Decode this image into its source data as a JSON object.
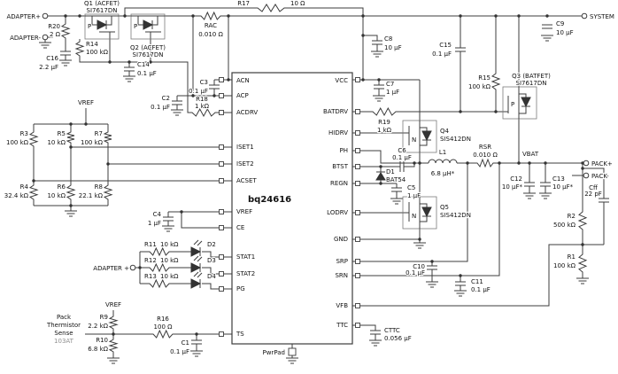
{
  "ic": {
    "name": "bq24616",
    "pwrpad_label": "PwrPad",
    "left_pins": [
      "ACN",
      "ACP",
      "ACDRV",
      "ISET1",
      "ISET2",
      "ACSET",
      "VREF",
      "CE",
      "STAT1",
      "STAT2",
      "PG",
      "TS"
    ],
    "right_pins": [
      "VCC",
      "BATDRV",
      "HIDRV",
      "PH",
      "BTST",
      "REGN",
      "LODRV",
      "GND",
      "SRP",
      "SRN",
      "VFB",
      "TTC"
    ]
  },
  "nets": {
    "adapter_plus": "ADAPTER+",
    "adapter_minus": "ADAPTER-",
    "system": "SYSTEM",
    "vref_top": "VREF",
    "adapter_led": "ADAPTER +",
    "vref_ts": "VREF",
    "vbat": "VBAT",
    "pack_plus": "PACK+",
    "pack_minus": "PACK-",
    "thermistor": {
      "line1": "Pack",
      "line2": "Thermistor",
      "line3": "Sense",
      "part": "103AT"
    }
  },
  "components": {
    "Q1": {
      "ref": "Q1 (ACFET)",
      "value": "SI7617DN",
      "channel": "P"
    },
    "Q2": {
      "ref": "Q2 (ACFET)",
      "value": "SI7617DN",
      "channel": "P"
    },
    "Q3": {
      "ref": "Q3 (BATFET)",
      "value": "SI7617DN",
      "channel": "P"
    },
    "Q4": {
      "ref": "Q4",
      "value": "SIS412DN",
      "channel": "N"
    },
    "Q5": {
      "ref": "Q5",
      "value": "SIS412DN",
      "channel": "N"
    },
    "R1": {
      "ref": "R1",
      "value": "100 kΩ"
    },
    "R2": {
      "ref": "R2",
      "value": "500 kΩ"
    },
    "R3": {
      "ref": "R3",
      "value": "100 kΩ"
    },
    "R4": {
      "ref": "R4",
      "value": "32.4 kΩ"
    },
    "R5": {
      "ref": "R5",
      "value": "10 kΩ"
    },
    "R6": {
      "ref": "R6",
      "value": "10 kΩ"
    },
    "R7": {
      "ref": "R7",
      "value": "100 kΩ"
    },
    "R8": {
      "ref": "R8",
      "value": "22.1 kΩ"
    },
    "R9": {
      "ref": "R9",
      "value": "2.2 kΩ"
    },
    "R10": {
      "ref": "R10",
      "value": "6.8 kΩ"
    },
    "R11": {
      "ref": "R11",
      "value": "10 kΩ"
    },
    "R12": {
      "ref": "R12",
      "value": "10 kΩ"
    },
    "R13": {
      "ref": "R13",
      "value": "10 kΩ"
    },
    "R14": {
      "ref": "R14",
      "value": "100 kΩ"
    },
    "R15": {
      "ref": "R15",
      "value": "100 kΩ"
    },
    "R16": {
      "ref": "R16",
      "value": "100 Ω"
    },
    "R17": {
      "ref": "R17",
      "value": "10 Ω"
    },
    "R18": {
      "ref": "R18",
      "value": "1 kΩ"
    },
    "R19": {
      "ref": "R19",
      "value": "1 kΩ"
    },
    "R20": {
      "ref": "R20",
      "value": "2 Ω"
    },
    "RAC": {
      "ref": "RAC",
      "value": "0.010 Ω"
    },
    "RSR": {
      "ref": "RSR",
      "value": "0.010 Ω"
    },
    "C1": {
      "ref": "C1",
      "value": "0.1 µF"
    },
    "C2": {
      "ref": "C2",
      "value": "0.1 µF"
    },
    "C3": {
      "ref": "C3",
      "value": "0.1 µF"
    },
    "C4": {
      "ref": "C4",
      "value": "1 µF"
    },
    "C5": {
      "ref": "C5",
      "value": "1 µF"
    },
    "C6": {
      "ref": "C6",
      "value": "0.1 µF"
    },
    "C7": {
      "ref": "C7",
      "value": "1 µF"
    },
    "C8": {
      "ref": "C8",
      "value": "10 µF"
    },
    "C9": {
      "ref": "C9",
      "value": "10 µF"
    },
    "C10": {
      "ref": "C10",
      "value": "0.1 µF"
    },
    "C11": {
      "ref": "C11",
      "value": "0.1 µF"
    },
    "C12": {
      "ref": "C12",
      "value": "10 µF*"
    },
    "C13": {
      "ref": "C13",
      "value": "10 µF*"
    },
    "C14": {
      "ref": "C14",
      "value": "0.1 µF"
    },
    "C15": {
      "ref": "C15",
      "value": "0.1 µF"
    },
    "C16": {
      "ref": "C16",
      "value": "2.2 µF"
    },
    "Cff": {
      "ref": "Cff",
      "value": "22 pF"
    },
    "CTTC": {
      "ref": "CTTC",
      "value": "0.056 µF"
    },
    "D1": {
      "ref": "D1",
      "value": "BAT54"
    },
    "D2": {
      "ref": "D2"
    },
    "D3": {
      "ref": "D3"
    },
    "D4": {
      "ref": "D4"
    },
    "L1": {
      "ref": "L1",
      "value": "6.8 µH*"
    }
  }
}
